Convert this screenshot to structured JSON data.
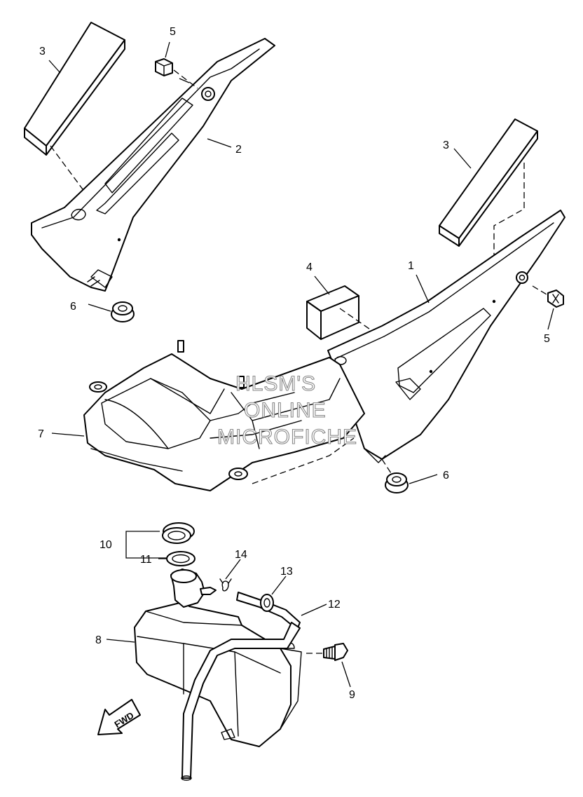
{
  "diagram": {
    "watermark_lines": [
      "HLSM'S",
      "ONLINE",
      "MICROFICHE"
    ],
    "direction_label": "FWD",
    "callouts": [
      {
        "id": "c1",
        "label": "1"
      },
      {
        "id": "c2",
        "label": "2"
      },
      {
        "id": "c3a",
        "label": "3"
      },
      {
        "id": "c3b",
        "label": "3"
      },
      {
        "id": "c4",
        "label": "4"
      },
      {
        "id": "c5a",
        "label": "5"
      },
      {
        "id": "c5b",
        "label": "5"
      },
      {
        "id": "c6a",
        "label": "6"
      },
      {
        "id": "c6b",
        "label": "6"
      },
      {
        "id": "c7",
        "label": "7"
      },
      {
        "id": "c8",
        "label": "8"
      },
      {
        "id": "c9",
        "label": "9"
      },
      {
        "id": "c10",
        "label": "10"
      },
      {
        "id": "c11",
        "label": "11"
      },
      {
        "id": "c12",
        "label": "12"
      },
      {
        "id": "c13",
        "label": "13"
      },
      {
        "id": "c14",
        "label": "14"
      }
    ]
  }
}
